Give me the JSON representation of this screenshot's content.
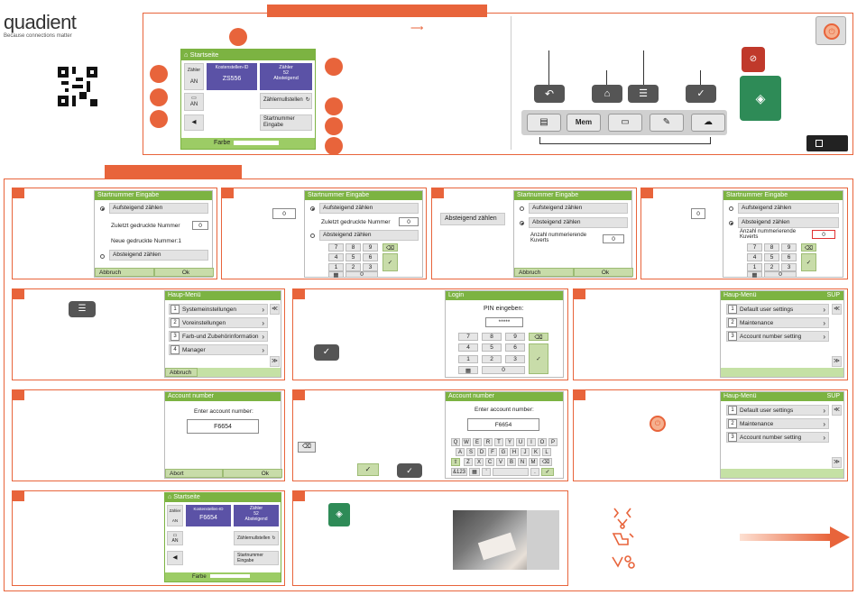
{
  "brand": {
    "logo": "quadient",
    "tagline": "Because connections matter"
  },
  "main_screen": {
    "title": "Startseite",
    "zaehler_label": "Zähler",
    "an1": "AN",
    "an2": "AN",
    "kostenstellen_id_label": "Kostenstellen-ID",
    "kostenstellen_id_value": "ZS556",
    "zaehler_box_label": "Zähler",
    "zaehler_box_value": "52",
    "zaehler_box_mode": "Absteigend",
    "reset_label": "Zählernullstellen",
    "start_label": "Startnummer Eingabe",
    "farbe_label": "Farbe"
  },
  "keypad_keys": [
    "Mem"
  ],
  "step1": {
    "title": "Startnummer Eingabe",
    "opt_up": "Aufsteigend zählen",
    "last_label": "Zuletzt gedruckte Nummer",
    "last_value": "0",
    "new_label": "Neue gedruckte Nummer:1",
    "opt_down": "Absteigend zählen",
    "cancel": "Abbruch",
    "ok": "Ok"
  },
  "step2": {
    "side_value": "0",
    "title": "Startnummer Eingabe",
    "opt_up": "Aufsteigend zählen",
    "last_label": "Zuletzt gedruckte Nummer",
    "last_value": "0",
    "opt_down": "Absteigend zählen",
    "keys": [
      "7",
      "8",
      "9",
      "4",
      "5",
      "6",
      "1",
      "2",
      "3",
      "0"
    ]
  },
  "step3": {
    "side_label": "Absteigend zählen",
    "title": "Startnummer Eingabe",
    "opt_up": "Aufsteigend zählen",
    "opt_down": "Absteigend zählen",
    "count_label": "Anzahl nummerierende Kuverts",
    "count_value": "0",
    "cancel": "Abbruch",
    "ok": "Ok"
  },
  "step4": {
    "side_value": "0",
    "title": "Startnummer Eingabe",
    "opt_up": "Aufsteigend zählen",
    "opt_down": "Absteigend zählen",
    "count_label": "Anzahl nummerierende Kuverts",
    "count_value": "0",
    "keys": [
      "7",
      "8",
      "9",
      "4",
      "5",
      "6",
      "1",
      "2",
      "3",
      "0"
    ]
  },
  "step5": {
    "title": "Haup-Menü",
    "items": [
      {
        "n": "1",
        "label": "Systemeinstellungen"
      },
      {
        "n": "2",
        "label": "Voreinstellungen"
      },
      {
        "n": "3",
        "label": "Farb-und Zubehörinformation"
      },
      {
        "n": "4",
        "label": "Manager"
      }
    ],
    "cancel": "Abbruch"
  },
  "step6": {
    "title": "Login",
    "prompt": "PIN eingeben:",
    "pin": "*****",
    "keys": [
      "7",
      "8",
      "9",
      "4",
      "5",
      "6",
      "1",
      "2",
      "3",
      "0"
    ]
  },
  "step7": {
    "title": "Haup-Menü",
    "sup": "SUP",
    "items": [
      {
        "n": "1",
        "label": "Default user settings"
      },
      {
        "n": "2",
        "label": "Maintenance"
      },
      {
        "n": "3",
        "label": "Account number setting"
      }
    ]
  },
  "step8": {
    "title": "Account number",
    "prompt": "Enter account number:",
    "value": "F6654",
    "abort": "Abort",
    "ok": "Ok"
  },
  "step9": {
    "title": "Account number",
    "prompt": "Enter account number:",
    "value": "F6654",
    "row1": [
      "Q",
      "W",
      "E",
      "R",
      "T",
      "Y",
      "U",
      "I",
      "O",
      "P"
    ],
    "row2": [
      "A",
      "S",
      "D",
      "F",
      "G",
      "H",
      "J",
      "K",
      "L"
    ],
    "row3": [
      "Z",
      "X",
      "C",
      "V",
      "B",
      "N",
      "M"
    ],
    "sym": "&123"
  },
  "step10": {
    "title": "Haup-Menü",
    "sup": "SUP",
    "items": [
      {
        "n": "1",
        "label": "Default user settings"
      },
      {
        "n": "2",
        "label": "Maintenance"
      },
      {
        "n": "3",
        "label": "Account number setting"
      }
    ]
  },
  "step11": {
    "title": "Startseite",
    "zaehler_label": "Zähler",
    "an1": "AN",
    "an2": "AN",
    "kostenstellen_id_label": "Kostenstellen-ID",
    "kostenstellen_id_value": "F6654",
    "zaehler_box_label": "Zähler",
    "zaehler_box_value": "52",
    "zaehler_box_mode": "Absteigend",
    "reset_label": "Zählernullstellen",
    "start_label": "Startnummer Eingabe",
    "farbe_label": "Farbe"
  },
  "colors": {
    "accent": "#e8643b",
    "green": "#7cb342",
    "purple": "#5b52a6"
  }
}
